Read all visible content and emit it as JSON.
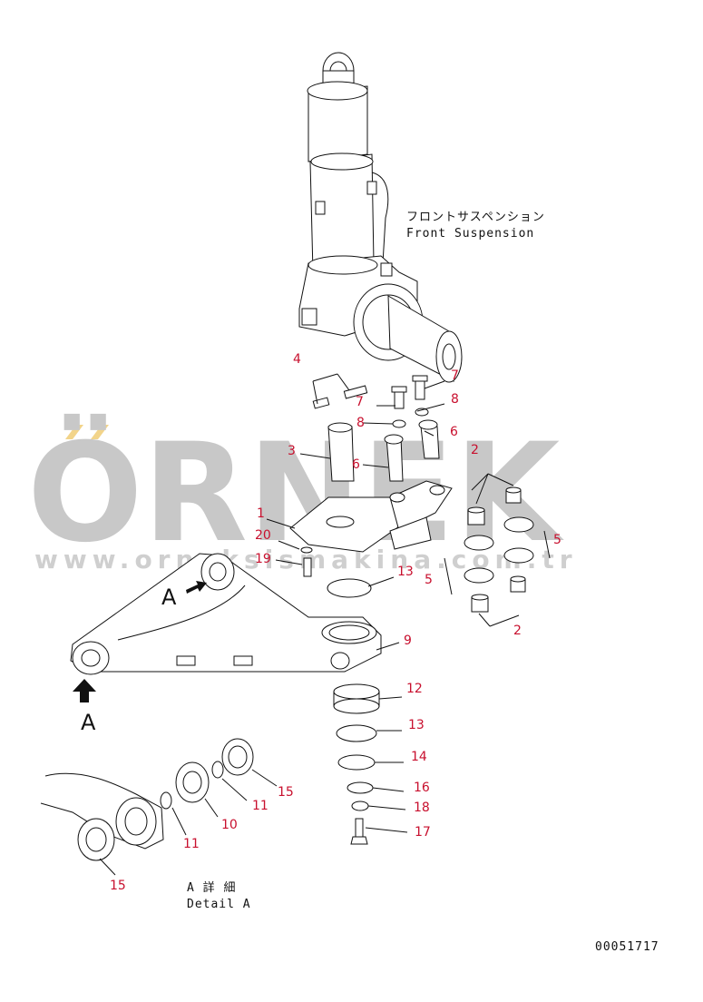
{
  "title_jp": "フロントサスペンション",
  "title_en": "Front Suspension",
  "detail_jp": "A 詳 細",
  "detail_en": "Detail A",
  "view_mark": "A",
  "doc_number": "00051717",
  "watermark": {
    "logo": "ÖRNEK",
    "url": "www.orneksismakina.com.tr"
  },
  "callouts": {
    "n1": "1",
    "n2a": "2",
    "n2b": "2",
    "n3": "3",
    "n4": "4",
    "n5a": "5",
    "n5b": "5",
    "n6a": "6",
    "n6b": "6",
    "n7a": "7",
    "n7b": "7",
    "n8a": "8",
    "n8b": "8",
    "n9": "9",
    "n10": "10",
    "n11a": "11",
    "n11b": "11",
    "n12": "12",
    "n13a": "13",
    "n13b": "13",
    "n14": "14",
    "n15a": "15",
    "n15b": "15",
    "n16": "16",
    "n17": "17",
    "n18": "18",
    "n19": "19",
    "n20": "20"
  },
  "colors": {
    "callout": "#c8102e",
    "line": "#111111",
    "watermark": "#c8c8c8"
  }
}
